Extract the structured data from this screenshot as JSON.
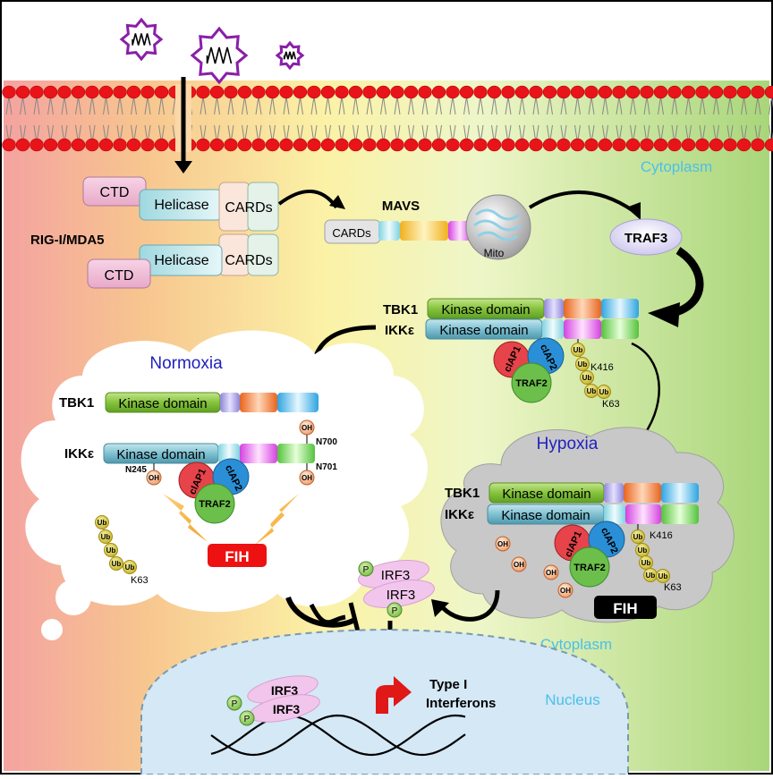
{
  "compartments": {
    "cytoplasm_top": "Cytoplasm",
    "cytoplasm_bottom": "Cytoplasm",
    "nucleus": "Nucleus"
  },
  "receptor": {
    "name": "RIG-I/MDA5",
    "ctd": "CTD",
    "helicase": "Helicase",
    "cards": "CARDs"
  },
  "mavs": {
    "name": "MAVS",
    "cards": "CARDs",
    "mito": "Mito"
  },
  "traf3": "TRAF3",
  "complex": {
    "tbk1": "TBK1",
    "ikke": "IKKε",
    "kinase_domain": "Kinase domain",
    "ciap1": "cIAP1",
    "ciap2": "cIAP2",
    "traf2": "TRAF2",
    "k416": "K416",
    "k63": "K63",
    "ub": "Ub"
  },
  "normoxia": {
    "title": "Normoxia",
    "oh": "OH",
    "n245": "N245",
    "n700": "N700",
    "n701": "N701",
    "fih": "FIH"
  },
  "hypoxia": {
    "title": "Hypoxia",
    "oh": "OH",
    "fih": "FIH"
  },
  "irf3": {
    "label": "IRF3",
    "p": "P"
  },
  "output": {
    "line1": "Type  I",
    "line2": "Interferons"
  },
  "colors": {
    "membrane_head": "#e8141a",
    "virus": "#8a1fa8",
    "kinase_green": "#8cc63f",
    "kinase_blue": "#86c8d8",
    "ciap1": "#e6434a",
    "ciap2": "#2a8fd6",
    "traf2": "#6cbf4a",
    "fih_normoxia": "#ee1111",
    "fih_hypoxia": "#000000"
  }
}
